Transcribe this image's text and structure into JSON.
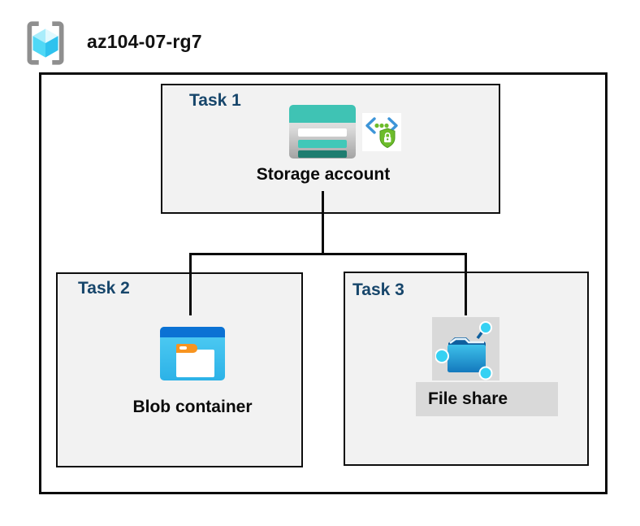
{
  "header": {
    "title": "az104-07-rg7",
    "icon": "resource-group-icon"
  },
  "tasks": [
    {
      "label": "Task 1",
      "item": "Storage account",
      "icons": [
        "storage-account-icon",
        "sas-key-icon"
      ]
    },
    {
      "label": "Task 2",
      "item": "Blob container",
      "icons": [
        "blob-container-icon"
      ]
    },
    {
      "label": "Task 3",
      "item": "File share",
      "icons": [
        "file-share-icon"
      ],
      "highlighted": true
    }
  ],
  "connections": [
    {
      "from": "Storage account",
      "to": "Blob container"
    },
    {
      "from": "Storage account",
      "to": "File share"
    }
  ],
  "colors": {
    "task_label": "#17466b",
    "task_box_fill": "#f2f2f2",
    "highlight_fill": "#d9d9d9",
    "border": "#0a0a0a",
    "storage_teal": "#3fc3b4",
    "storage_teal_dark": "#1f7d70",
    "blob_header_blue": "#0b72d4",
    "blob_body_cyan": "#35bce8",
    "blob_tab_orange": "#f79420",
    "fileshare_blue": "#1479bd",
    "fileshare_flap_navy": "#0f5f9e",
    "node_cyan": "#35d1f3",
    "sas_green": "#6cbc2a",
    "sas_bracket_blue": "#3d95d8",
    "rg_cube_cyan": "#4fd8f6",
    "rg_bracket_gray": "#8f8f8f"
  }
}
